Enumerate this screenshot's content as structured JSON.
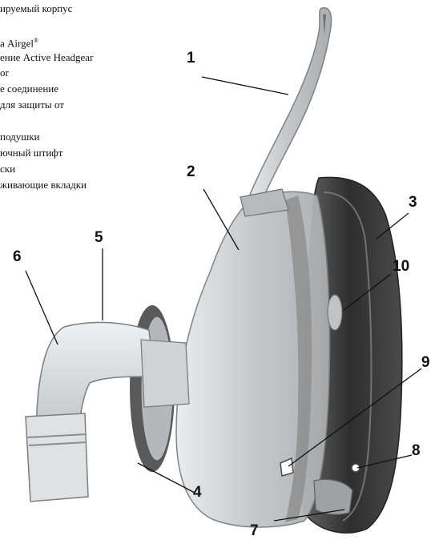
{
  "legend": {
    "lines": [
      "ируемый корпус",
      "",
      "а Airgel",
      "ение Active Headgear",
      "or",
      "е соединение",
      "для защиты от",
      "",
      "подушки",
      "ючный штифт",
      "ски",
      "живающие вкладки"
    ],
    "airgel_mark": "®"
  },
  "callouts": [
    {
      "id": "1",
      "label": "1"
    },
    {
      "id": "2",
      "label": "2"
    },
    {
      "id": "3",
      "label": "3"
    },
    {
      "id": "4",
      "label": "4"
    },
    {
      "id": "5",
      "label": "5"
    },
    {
      "id": "6",
      "label": "6"
    },
    {
      "id": "7",
      "label": "7"
    },
    {
      "id": "8",
      "label": "8"
    },
    {
      "id": "9",
      "label": "9"
    },
    {
      "id": "10",
      "label": "10"
    }
  ],
  "colors": {
    "cushion_dark": "#3b3b3b",
    "frame_clear": "#c9ccce",
    "frame_edge": "#8a8d90",
    "elbow_clear": "#d7dadc",
    "headgear_strap": "#9c9c9c"
  }
}
